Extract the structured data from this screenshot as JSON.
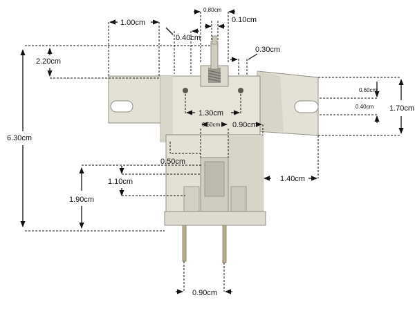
{
  "background": "#ffffff",
  "colors": {
    "body": "#e3e1d5",
    "body_shade": "#cfccbf",
    "body_edge": "#8f8c80",
    "pin": "#b8ad86",
    "line": "#111111"
  },
  "product": {
    "name": "switch-bracket-diagram"
  },
  "dimensions": {
    "overall_height": "6.30cm",
    "top_offset": "2.20cm",
    "lower_height": "1.90cm",
    "window_height": "1.10cm",
    "left_width": "1.00cm",
    "top_center_width": "0.80cm",
    "left_slot": "0.40cm",
    "plunger_width": "0.10cm",
    "right_offset": "0.30cm",
    "hole_spacing": "1.30cm",
    "right_tab_height": "1.70cm",
    "slot_upper": "0.60cm",
    "slot_lower": "0.40cm",
    "inner_width": "0.50cm",
    "right_width": "0.90cm",
    "window_width": "0.50cm",
    "flange_width": "1.40cm",
    "pin_spacing": "0.90cm"
  }
}
